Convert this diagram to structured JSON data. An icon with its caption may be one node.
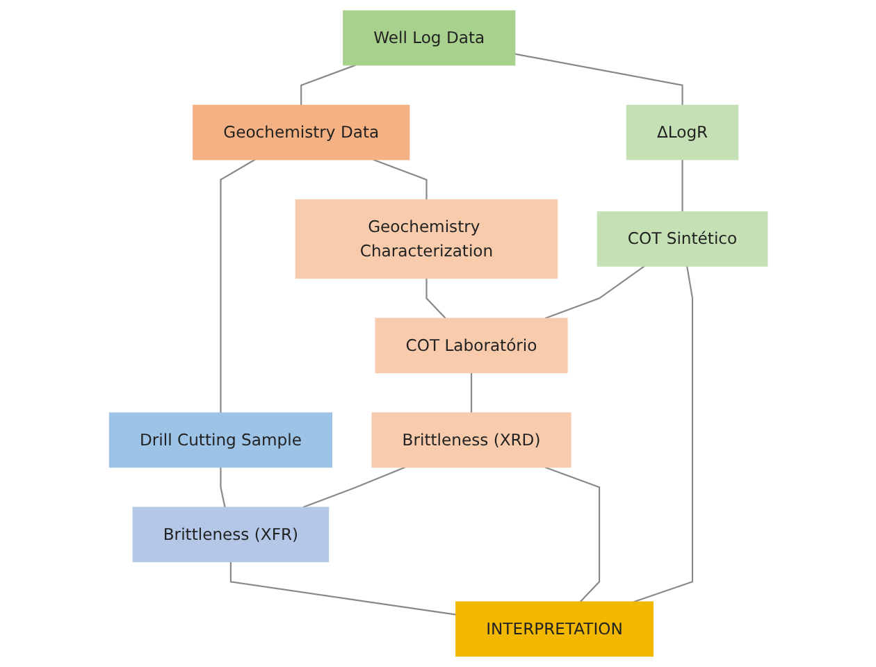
{
  "diagram": {
    "nodes": [
      {
        "text": [
          "Well Log Data"
        ]
      },
      {
        "text": [
          "Geochemistry Data"
        ]
      },
      {
        "text": [
          "Drill Cutting Sample"
        ]
      },
      {
        "text": [
          "ΔLogR"
        ]
      },
      {
        "text": [
          "Geochemistry Characterization"
        ]
      },
      {
        "text": [
          "COT Sintético"
        ]
      },
      {
        "text": [
          "COT Laboratório"
        ]
      },
      {
        "text": [
          "Brittleness (XRD)"
        ]
      },
      {
        "text": [
          "Brittleness (XFR)"
        ]
      },
      {
        "text": [
          "INTERPRETATION"
        ]
      }
    ],
    "edges": [
      {
        "from": 0,
        "to": 1,
        "arrow": "none"
      },
      {
        "from": 1,
        "to": 2,
        "arrow": "none"
      },
      {
        "from": 0,
        "to": 3,
        "arrow": "none"
      },
      {
        "from": 1,
        "to": 4,
        "arrow": "none"
      },
      {
        "from": 3,
        "to": 5,
        "arrow": "none"
      },
      {
        "from": 4,
        "to": 6,
        "arrow": "none"
      },
      {
        "from": 5,
        "to": 6,
        "arrow": "none"
      },
      {
        "from": 6,
        "to": 7,
        "arrow": "none"
      },
      {
        "from": 7,
        "to": 8,
        "arrow": "none"
      },
      {
        "from": 2,
        "to": 8,
        "arrow": "none"
      },
      {
        "from": 5,
        "to": 9,
        "arrow": "none"
      },
      {
        "from": 7,
        "to": 9,
        "arrow": "none"
      },
      {
        "from": 8,
        "to": 9,
        "arrow": "none"
      }
    ]
  }
}
